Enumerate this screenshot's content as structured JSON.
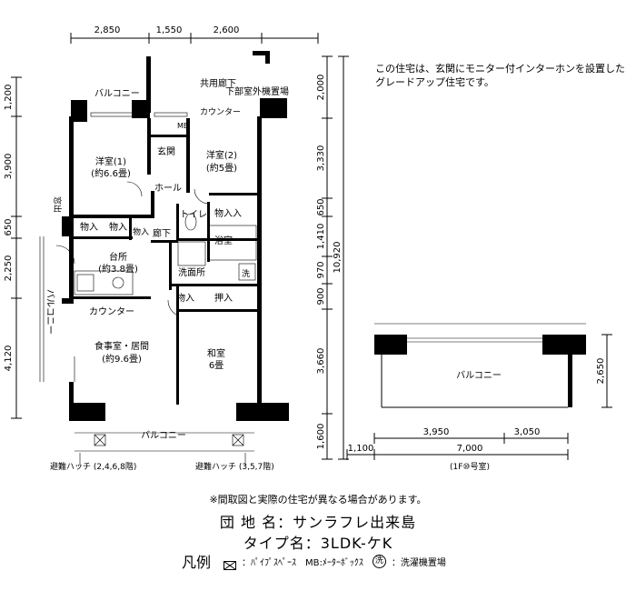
{
  "notes": {
    "feature_line1": "この住宅は、玄関にモニター付インターホンを設置した",
    "feature_line2": "グレードアップ住宅です。",
    "disclaimer": "※間取図と実際の住宅が異なる場合があります。"
  },
  "property": {
    "name_label": "団 地 名：",
    "name": "サンラフレ出来島",
    "type_label": "タイプ名：",
    "type": "3LDK-ケK"
  },
  "legend": {
    "title": "凡例",
    "pipe_space": "：ﾊﾟｲﾌﾟｽﾍﾟｰｽ",
    "meter_box": "MB:ﾒｰﾀｰﾎﾞｯｸｽ",
    "laundry_mark": "洗",
    "laundry": "：洗濯機置場"
  },
  "rooms": {
    "common_corridor": "共用廊下",
    "lower_outdoor_unit": "下部室外機置場",
    "balcony_top": "バルコニー",
    "counter_top": "カウンター",
    "mb": "MB",
    "genkan": "玄関",
    "western1_name": "洋室(1)",
    "western1_size": "(約6.6畳)",
    "western2_name": "洋室(2)",
    "western2_size": "(約5畳)",
    "hall": "ホール",
    "window": "窓出",
    "storage1": "物入",
    "storage2": "物入",
    "storage3": "物入",
    "storage4": "物入",
    "storage5": "物入",
    "toilet": "トイレ",
    "hallway": "廊下",
    "bathroom": "浴室",
    "kitchen_name": "台所",
    "kitchen_size": "(約3.8畳)",
    "washroom": "洗面所",
    "laundry_mark": "洗",
    "oshiire": "押入",
    "balcony_side": "バルコニー",
    "counter": "カウンター",
    "living_name": "食事室・居間",
    "living_size": "(約9.6畳)",
    "washitsu_name": "和室",
    "washitsu_size": "6畳",
    "balcony_bottom": "バルコニー",
    "hatch_left": "避難ハッチ (2,4,6,8階)",
    "hatch_right": "避難ハッチ (3,5,7階)"
  },
  "dimensions": {
    "top": [
      "2,850",
      "1,550",
      "2,600"
    ],
    "left": [
      "1,200",
      "3,900",
      "650",
      "2,250",
      "4,120"
    ],
    "right": [
      "2,000",
      "3,330",
      "650",
      "1,410",
      "970",
      "900",
      "3,660",
      "1,600"
    ],
    "right_total": "10,920"
  },
  "annex": {
    "balcony": "バルコニー",
    "dim_height": "2,650",
    "dim_bottom": [
      "3,950",
      "3,050"
    ],
    "dim_left": "1,100",
    "dim_total": "7,000",
    "caption": "(1F⑩号室)"
  }
}
